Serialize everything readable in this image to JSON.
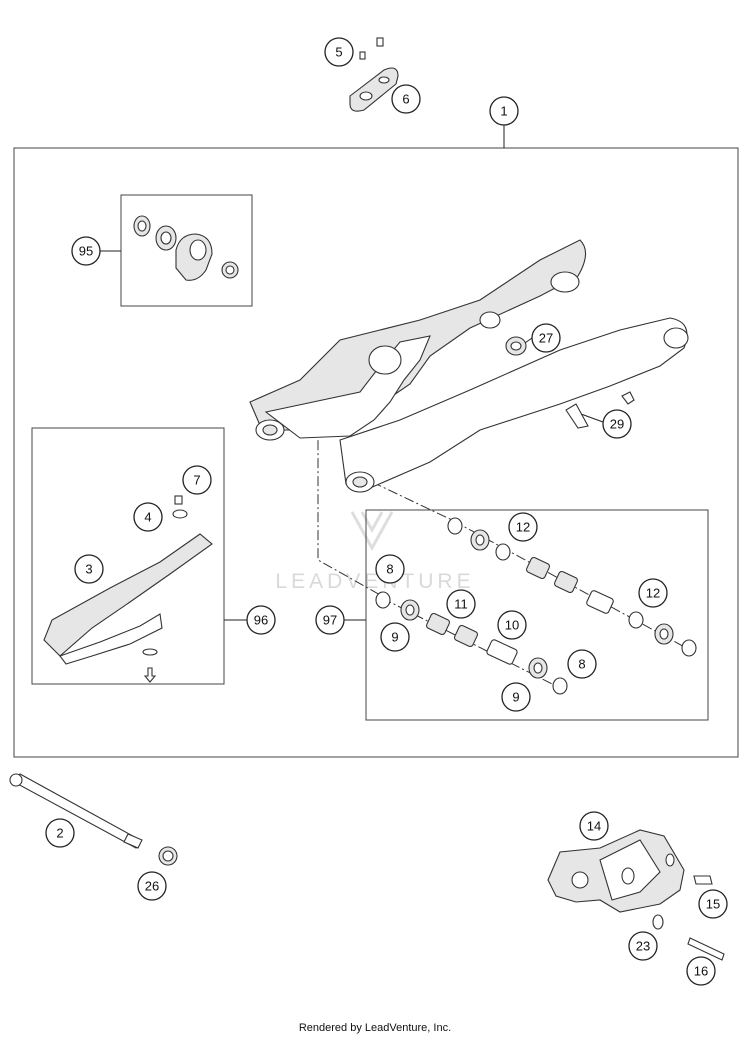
{
  "diagram": {
    "watermark": "LEADVENTURE",
    "footer": "Rendered by LeadVenture, Inc.",
    "callouts": [
      {
        "id": "c5",
        "label": "5"
      },
      {
        "id": "c6",
        "label": "6"
      },
      {
        "id": "c1",
        "label": "1"
      },
      {
        "id": "c95",
        "label": "95"
      },
      {
        "id": "c27",
        "label": "27"
      },
      {
        "id": "c29",
        "label": "29"
      },
      {
        "id": "c7",
        "label": "7"
      },
      {
        "id": "c4",
        "label": "4"
      },
      {
        "id": "c3",
        "label": "3"
      },
      {
        "id": "c96",
        "label": "96"
      },
      {
        "id": "c97",
        "label": "97"
      },
      {
        "id": "c8a",
        "label": "8"
      },
      {
        "id": "c9a",
        "label": "9"
      },
      {
        "id": "c11",
        "label": "11"
      },
      {
        "id": "c10",
        "label": "10"
      },
      {
        "id": "c8b",
        "label": "8"
      },
      {
        "id": "c9b",
        "label": "9"
      },
      {
        "id": "c12a",
        "label": "12"
      },
      {
        "id": "c12b",
        "label": "12"
      },
      {
        "id": "c2",
        "label": "2"
      },
      {
        "id": "c26",
        "label": "26"
      },
      {
        "id": "c14",
        "label": "14"
      },
      {
        "id": "c15",
        "label": "15"
      },
      {
        "id": "c23",
        "label": "23"
      },
      {
        "id": "c16",
        "label": "16"
      }
    ]
  }
}
